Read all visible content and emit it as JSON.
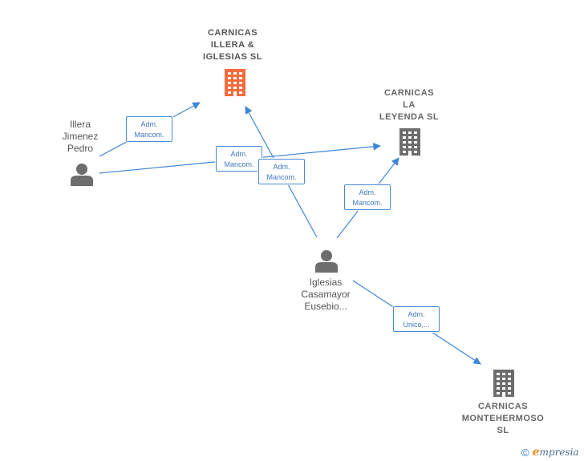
{
  "colors": {
    "edge": "#3f85d6",
    "company_main": "#f26d3d",
    "company": "#6d6d6d",
    "person": "#6d6d6d"
  },
  "companies": [
    {
      "id": "carnicas-illera",
      "lines": [
        "CARNICAS",
        "ILLERA &",
        "IGLESIAS SL"
      ],
      "icon": "building-icon",
      "highlight": true
    },
    {
      "id": "carnicas-la-leyenda",
      "lines": [
        "CARNICAS",
        "LA",
        "LEYENDA SL"
      ],
      "icon": "building-icon",
      "highlight": false
    },
    {
      "id": "carnicas-montehermoso",
      "lines": [
        "CARNICAS",
        "MONTEHERMOSO",
        "SL"
      ],
      "icon": "building-icon",
      "highlight": false
    }
  ],
  "persons": [
    {
      "id": "illera-jimenez",
      "lines": [
        "Illera",
        "Jimenez",
        "Pedro"
      ],
      "icon": "person-icon"
    },
    {
      "id": "iglesias-casamayor",
      "lines": [
        "Iglesias",
        "Casamayor",
        "Eusebio..."
      ],
      "icon": "person-icon"
    }
  ],
  "edges": [
    {
      "from": "illera-jimenez",
      "to": "carnicas-illera",
      "label": [
        "Adm.",
        "Mancom."
      ]
    },
    {
      "from": "illera-jimenez",
      "to": "carnicas-la-leyenda",
      "label": [
        "Adm.",
        "Mancom."
      ]
    },
    {
      "from": "iglesias-casamayor",
      "to": "carnicas-illera",
      "label": [
        "Adm.",
        "Mancom."
      ]
    },
    {
      "from": "iglesias-casamayor",
      "to": "carnicas-la-leyenda",
      "label": [
        "Adm.",
        "Mancom."
      ]
    },
    {
      "from": "iglesias-casamayor",
      "to": "carnicas-montehermoso",
      "label": [
        "Adm.",
        "Unico,..."
      ]
    }
  ],
  "footer": {
    "copyright_symbol": "©",
    "brand_initial": "e",
    "brand_rest": "mpresia"
  }
}
